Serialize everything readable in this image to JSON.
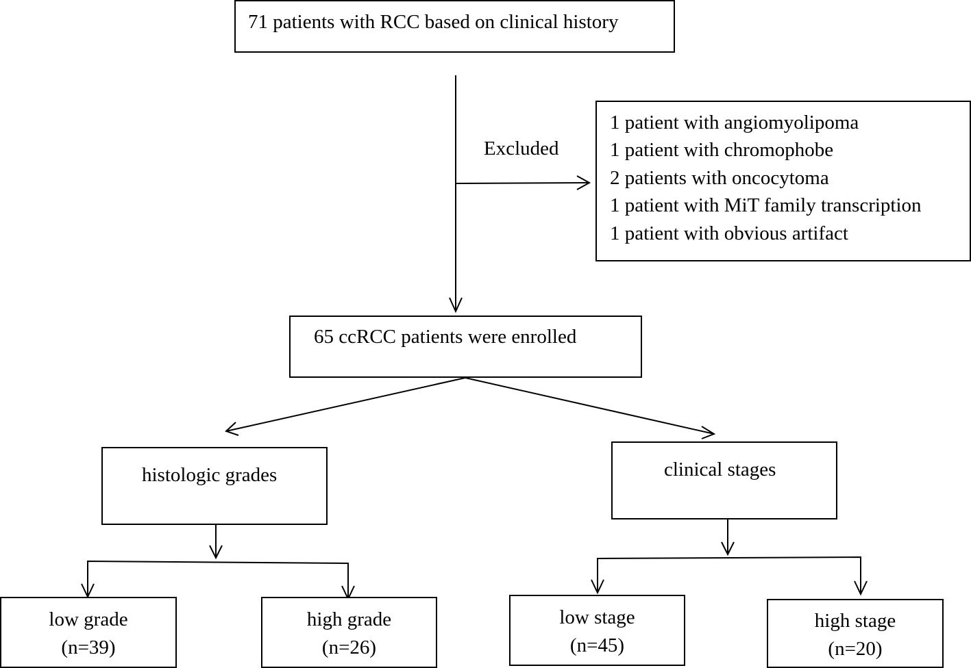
{
  "top_box": {
    "text": "71 patients with RCC based on clinical history"
  },
  "excluded_label": "Excluded",
  "excluded_box": {
    "lines": [
      "1 patient with angiomyolipoma",
      "1 patient with chromophobe",
      "2 patients with oncocytoma",
      "1 patient with MiT family transcription",
      "1 patient with obvious artifact"
    ]
  },
  "enrolled_box": {
    "text": "65 ccRCC patients were enrolled"
  },
  "histologic_box": {
    "text": "histologic grades"
  },
  "clinical_box": {
    "text": "clinical stages"
  },
  "low_grade": {
    "label": "low grade",
    "count": "(n=39)"
  },
  "high_grade": {
    "label": "high grade",
    "count": "(n=26)"
  },
  "low_stage": {
    "label": "low stage",
    "count": "(n=45)"
  },
  "high_stage": {
    "label": "high stage",
    "count": "(n=20)"
  }
}
